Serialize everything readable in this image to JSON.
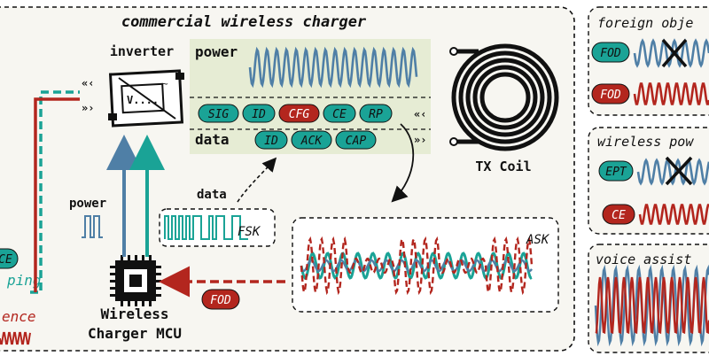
{
  "main_box": {
    "title": "commercial wireless charger"
  },
  "inverter": {
    "label": "inverter",
    "screen_text": "V...."
  },
  "power_panel": {
    "label": "power"
  },
  "data_panel": {
    "label": "data",
    "row1": [
      "SIG",
      "ID",
      "CFG",
      "CE",
      "RP"
    ],
    "row2": [
      "ID",
      "ACK",
      "CAP"
    ]
  },
  "tx_coil": {
    "label": "TX Coil"
  },
  "mcu": {
    "label_line1": "Wireless",
    "label_line2": "Charger MCU"
  },
  "left_power": {
    "label": "power"
  },
  "left_data": {
    "label": "data"
  },
  "fsk": {
    "label": "FSK"
  },
  "ask": {
    "label": "ASK"
  },
  "fod_arrow": {
    "label": "FOD"
  },
  "left_partial": {
    "pill": "CE",
    "word1": "ping",
    "word2": "ence"
  },
  "right_panels": {
    "panel1": {
      "title": "foreign obje",
      "pill1": "FOD",
      "pill2": "FOD"
    },
    "panel2": {
      "title": "wireless pow",
      "pill1": "EPT",
      "pill2": "CE"
    },
    "panel3": {
      "title": "voice assist"
    }
  },
  "colors": {
    "teal": "#1aa396",
    "red": "#b3261e",
    "blue": "#4f7fa6",
    "panel_bg": "#e6ecd4"
  }
}
